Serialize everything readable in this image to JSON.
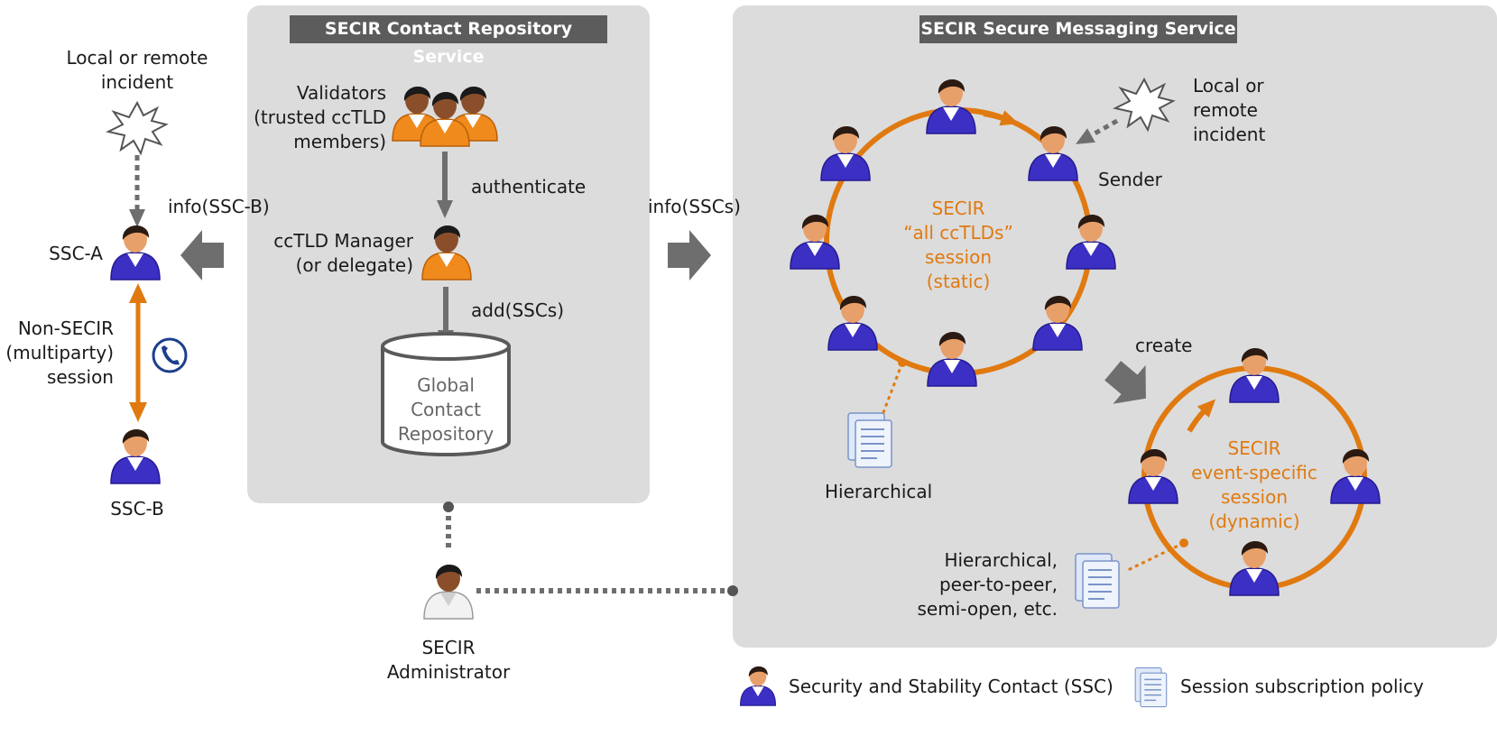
{
  "left": {
    "incident": [
      "Local or remote",
      "incident"
    ],
    "info_ssc_b": "info(SSC-B)",
    "ssc_a": "SSC-A",
    "non_secir": [
      "Non-SECIR",
      "(multiparty)",
      "session"
    ],
    "ssc_b": "SSC-B"
  },
  "repository": {
    "title": "SECIR Contact Repository Service",
    "validators": [
      "Validators",
      "(trusted ccTLD",
      "members)"
    ],
    "authenticate": "authenticate",
    "manager": [
      "ccTLD Manager",
      "(or delegate)"
    ],
    "add": "add(SSCs)",
    "database": [
      "Global",
      "Contact",
      "Repository"
    ]
  },
  "info_sscs": "info(SSCs)",
  "messaging": {
    "title": "SECIR Secure Messaging Service",
    "incident": [
      "Local or",
      "remote",
      "incident"
    ],
    "sender": "Sender",
    "static_session": [
      "SECIR",
      "“all ccTLDs”",
      "session",
      "(static)"
    ],
    "hierarchical": "Hierarchical",
    "create": "create",
    "dynamic_session": [
      "SECIR",
      "event-specific",
      "session",
      "(dynamic)"
    ],
    "policies": [
      "Hierarchical,",
      "peer-to-peer,",
      "semi-open, etc."
    ]
  },
  "admin": [
    "SECIR",
    "Administrator"
  ],
  "legend": {
    "ssc": "Security and Stability Contact (SSC)",
    "policy": "Session subscription policy"
  },
  "colors": {
    "panel": "#dcdcdc",
    "header": "#5c5c5c",
    "accent_orange": "#e07a10",
    "ssc_shirt": "#3b2fc4",
    "validator_shirt": "#f08a1c",
    "arrow_grey": "#6e6e6e"
  }
}
